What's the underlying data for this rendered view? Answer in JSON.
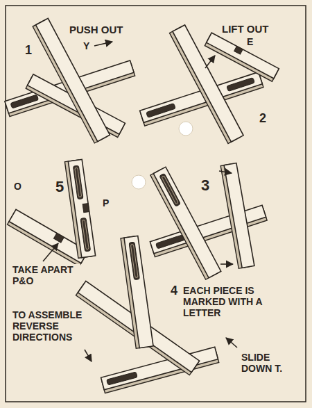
{
  "diagram": {
    "labels": [
      "PUSH OUT",
      "Y",
      "1",
      "LIFT OUT",
      "E",
      "2",
      "3",
      "O",
      "5",
      "P",
      "TAKE APART P&O",
      "4",
      "EACH PIECE IS MARKED WITH A LETTER",
      "TO ASSEMBLE REVERSE DIRECTIONS",
      "SLIDE DOWN T."
    ]
  }
}
